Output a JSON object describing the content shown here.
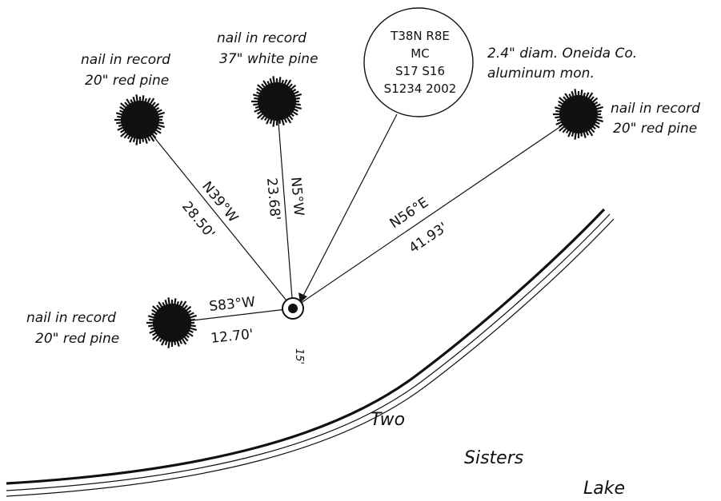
{
  "monument": {
    "lines": [
      "T38N R8E",
      "MC",
      "S17 S16",
      "S1234 2002"
    ],
    "description_lines": [
      "2.4\" diam. Oneida Co.",
      "aluminum mon."
    ]
  },
  "witness_trees": [
    {
      "id": "nw",
      "record_line": "nail in record",
      "tree_line": "20\" red pine",
      "bearing": "N39°W",
      "distance": "28.50'"
    },
    {
      "id": "n",
      "record_line": "nail in record",
      "tree_line": "37\" white pine",
      "bearing": "N5°W",
      "distance": "23.68'"
    },
    {
      "id": "ne",
      "record_line": "nail in record",
      "tree_line": "20\" red pine",
      "bearing": "N56°E",
      "distance": "41.93'"
    },
    {
      "id": "w",
      "record_line": "nail in record",
      "tree_line": "20\" red pine",
      "bearing": "S83°W",
      "distance": "12.70'"
    }
  ],
  "shore_distance": "15'",
  "lake_name": [
    "Two",
    "Sisters",
    "Lake"
  ],
  "colors": {
    "ink": "#111111",
    "background": "#ffffff"
  }
}
